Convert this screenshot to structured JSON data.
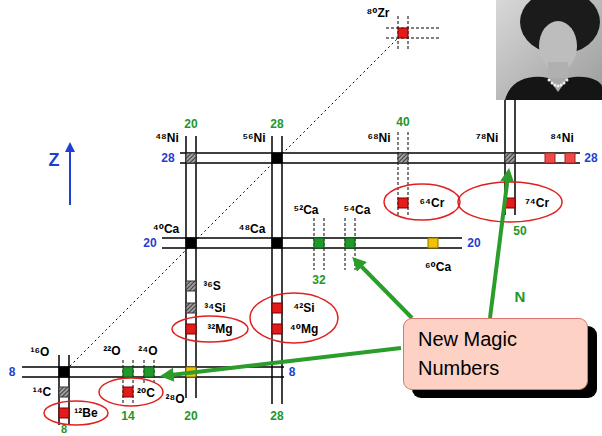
{
  "diagram": {
    "nodes": [
      {
        "text": [
          "New Magic Numbers"
        ]
      }
    ],
    "labels": [
      "⁸⁰Zr",
      "20",
      "28",
      "40",
      "⁴⁸Ni",
      "⁵⁶Ni",
      "⁶⁸Ni",
      "⁷⁸Ni",
      "⁸⁴Ni",
      "Z",
      "28",
      "28",
      "⁵²Ca",
      "⁵⁴Ca",
      "⁶⁴Cr",
      "⁷⁴Cr",
      "⁴⁰Ca",
      "⁴⁸Ca",
      "50",
      "20",
      "20",
      "⁶⁰Ca",
      "32",
      "³⁶S",
      "N",
      "⁴²Si",
      "³⁴Si",
      "³²Mg",
      "⁴⁰Mg",
      "¹⁶O",
      "²²O",
      "²⁴O",
      "8",
      "8",
      "¹⁴C",
      "²⁰C",
      "²⁸O",
      "¹²Be",
      "14",
      "20",
      "28",
      "8"
    ]
  }
}
